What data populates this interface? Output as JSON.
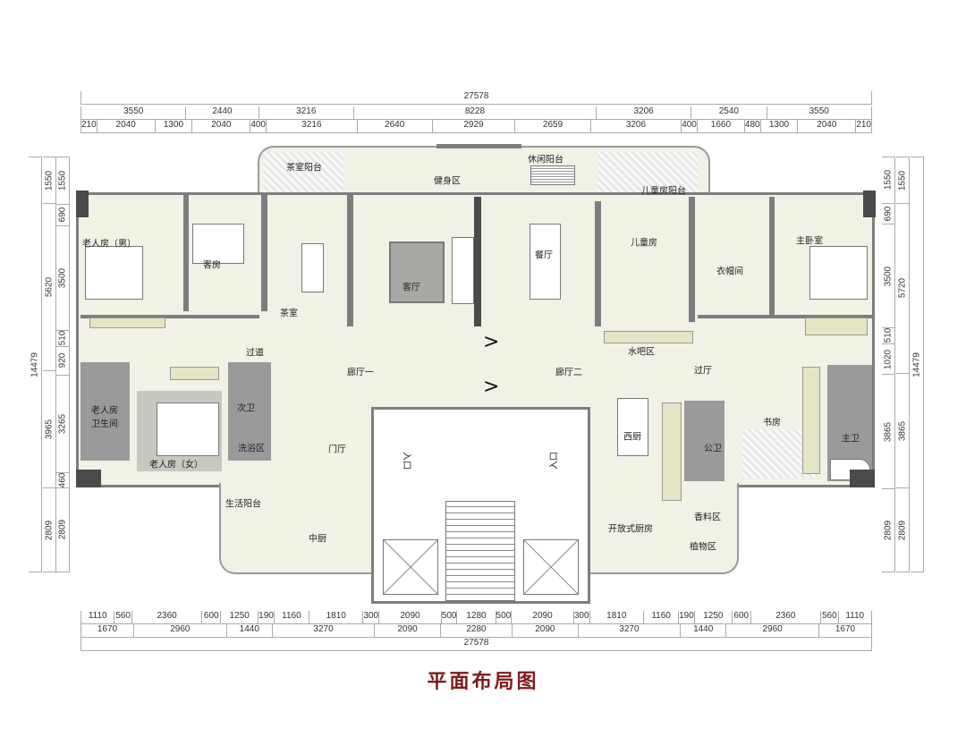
{
  "title": "平面布局图",
  "dimensions": {
    "top_total": "27578",
    "top_row2": [
      "3550",
      "2440",
      "3216",
      "8228",
      "3206",
      "2540",
      "3550"
    ],
    "top_row3": [
      "210",
      "2040",
      "1300",
      "2040",
      "400",
      "3216",
      "2640",
      "2929",
      "2659",
      "3206",
      "400",
      "1660",
      "480",
      "1300",
      "2040",
      "210"
    ],
    "bottom_row1": [
      "1110",
      "560",
      "2360",
      "600",
      "1250",
      "190",
      "1160",
      "1810",
      "300",
      "2090",
      "500",
      "1280",
      "500",
      "2090",
      "300",
      "1810",
      "1160",
      "190",
      "1250",
      "600",
      "2360",
      "560",
      "1110"
    ],
    "bottom_row2": [
      "1670",
      "2960",
      "1440",
      "3270",
      "2090",
      "2280",
      "2090",
      "3270",
      "1440",
      "2960",
      "1670"
    ],
    "bottom_total": "27578",
    "left_total": "14479",
    "left_mid": [
      "1550",
      "5620",
      "3965",
      "2809"
    ],
    "left_inner": [
      "1550",
      "690",
      "3500",
      "510",
      "920",
      "3265",
      "460",
      "2809"
    ],
    "right_inner": [
      "1550",
      "690",
      "3500",
      "510",
      "1020",
      "3865",
      "2809"
    ],
    "right_mid": [
      "1550",
      "5720",
      "3865",
      "2809"
    ],
    "right_total": "14479"
  },
  "rooms": {
    "tea_balcony": "茶室阳台",
    "gym": "健身区",
    "leisure_balcony": "休闲阳台",
    "kids_balcony": "儿童房阳台",
    "elder_male": "老人房（男）",
    "guest": "客房",
    "tea_room": "茶室",
    "living": "客厅",
    "dining": "餐厅",
    "kids": "儿童房",
    "closet": "衣帽间",
    "master": "主卧室",
    "corridor": "过道",
    "hall1": "廊厅一",
    "hall2": "廊厅二",
    "water_bar": "水吧区",
    "lobby": "过厅",
    "elder_bath": "老人房卫生间",
    "elder_female": "老人房（女）",
    "second_bath": "次卫",
    "shower": "洗浴区",
    "foyer": "门厅",
    "entrance_left": "入口",
    "entrance_right": "入口",
    "utility_balcony": "生活阳台",
    "chinese_kitchen": "中厨",
    "western_kitchen": "西厨",
    "public_bath": "公卫",
    "study": "书房",
    "master_bath": "主卫",
    "open_kitchen": "开放式厨房",
    "spice": "香料区",
    "plants": "植物区"
  }
}
